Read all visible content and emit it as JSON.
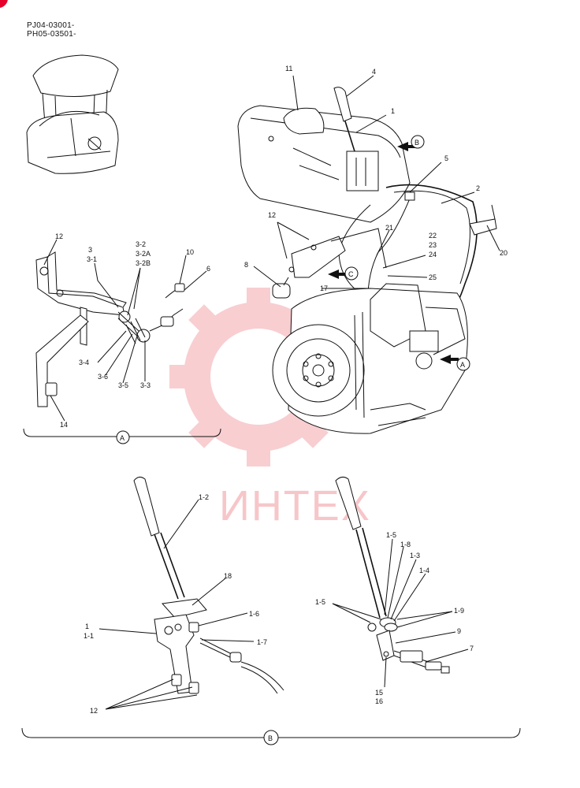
{
  "header": {
    "line1": "PJ04-03001-",
    "line2": "PH05-03501-"
  },
  "watermark": "ИНТЕХ",
  "views": {
    "a": "A",
    "b": "B",
    "c": "C"
  },
  "main_view_labels": {
    "l11": "11",
    "l4": "4",
    "l1": "1",
    "l5": "5",
    "l2": "2",
    "l12": "12",
    "l21": "21",
    "l22": "22",
    "l23": "23",
    "l24": "24",
    "l20": "20",
    "l8": "8",
    "l25": "25",
    "l17": "17"
  },
  "detail_a_labels": {
    "l12": "12",
    "l3": "3",
    "l3_1": "3-1",
    "l3_2": "3-2",
    "l3_2a": "3-2A",
    "l3_2b": "3-2B",
    "l10": "10",
    "l6": "6",
    "l3_4": "3-4",
    "l3_6": "3-6",
    "l3_5": "3-5",
    "l3_3": "3-3",
    "l14": "14"
  },
  "detail_b_left_labels": {
    "l1_2": "1-2",
    "l18": "18",
    "l1": "1",
    "l1_1": "1-1",
    "l1_6": "1-6",
    "l1_7": "1-7",
    "l12": "12"
  },
  "detail_b_right_labels": {
    "l1_5a": "1-5",
    "l1_8": "1-8",
    "l1_3": "1-3",
    "l1_4": "1-4",
    "l1_5b": "1-5",
    "l1_9": "1-9",
    "l9": "9",
    "l7": "7",
    "l15": "15",
    "l16": "16"
  },
  "colors": {
    "accent": "#e4002b",
    "watermark": "#f7c6c9",
    "line": "#111111"
  }
}
